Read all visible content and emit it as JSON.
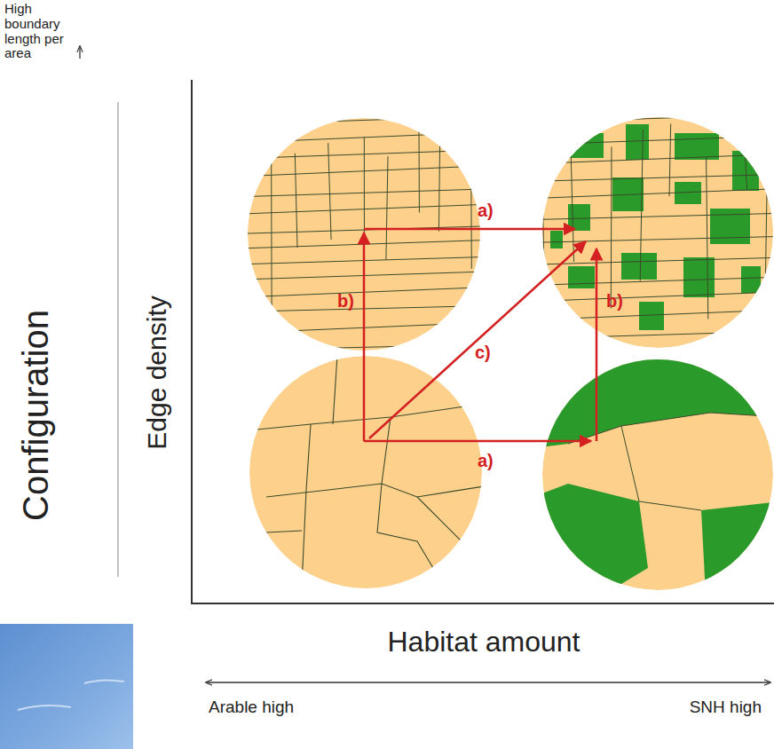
{
  "diagram": {
    "labels": [
      "High boundary length per area",
      "Configuration",
      "Edge density",
      "a)",
      "b)",
      "c)",
      "b)",
      "a)",
      "Habitat amount",
      "Arable high",
      "SNH high"
    ]
  }
}
